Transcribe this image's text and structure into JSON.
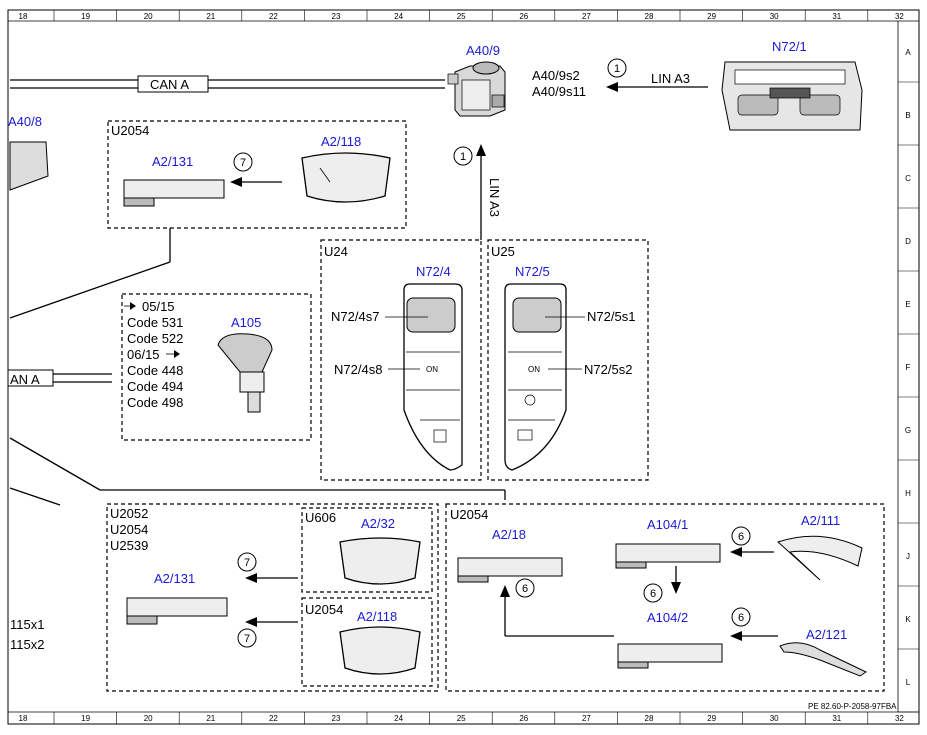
{
  "frame": {
    "cols_top": [
      "18",
      "19",
      "20",
      "21",
      "22",
      "23",
      "24",
      "25",
      "26",
      "27",
      "28",
      "29",
      "30",
      "31",
      "32"
    ],
    "cols_bottom": [
      "18",
      "19",
      "20",
      "21",
      "22",
      "23",
      "24",
      "25",
      "26",
      "27",
      "28",
      "29",
      "30",
      "31",
      "32"
    ],
    "rows": [
      "A",
      "B",
      "C",
      "D",
      "E",
      "F",
      "G",
      "H",
      "J",
      "K",
      "L"
    ],
    "ref": "PE 82.60-P-2058-97FBA"
  },
  "wires": {
    "can_a_top": "CAN A",
    "can_a_mid": "AN A",
    "lin_a3_h": "LIN A3",
    "lin_a3_v": "LIN A3"
  },
  "components": {
    "a40_9": "A40/9",
    "a40_9s2": "A40/9s2",
    "a40_9s11": "A40/9s11",
    "n72_1": "N72/1",
    "a40_8": "A40/8",
    "a2_118_top": "A2/118",
    "a2_131_top": "A2/131",
    "n72_4": "N72/4",
    "n72_4s7": "N72/4s7",
    "n72_4s8": "N72/4s8",
    "n72_5": "N72/5",
    "n72_5s1": "N72/5s1",
    "n72_5s2": "N72/5s2",
    "a105": "A105",
    "a2_32": "A2/32",
    "a2_118_bottom": "A2/118",
    "a2_131_bottom": "A2/131",
    "a2_18": "A2/18",
    "a104_1": "A104/1",
    "a104_2": "A104/2",
    "a2_111": "A2/111",
    "a2_121": "A2/121",
    "x115x1": "115x1",
    "x115x2": "115x2"
  },
  "boxes": {
    "u2054_top": "U2054",
    "u24": "U24",
    "u25": "U25",
    "u606": "U606",
    "u2054_inner": "U2054",
    "u2054_right": "U2054",
    "u_stack": [
      "U2052",
      "U2054",
      "U2539"
    ]
  },
  "codes": {
    "date_from": "05/15",
    "code1": "Code 531",
    "code2": "Code 522",
    "date_to": "06/15",
    "code3": "Code 448",
    "code4": "Code 494",
    "code5": "Code 498"
  },
  "markers": {
    "m1_top": "1",
    "m1_vert": "1",
    "m7_top": "7",
    "m7_mid": "7",
    "m7_bot": "7",
    "m6_a": "6",
    "m6_b": "6",
    "m6_c": "6",
    "m6_d": "6"
  },
  "switch_text": {
    "on_left": "ON",
    "on_right": "ON"
  }
}
